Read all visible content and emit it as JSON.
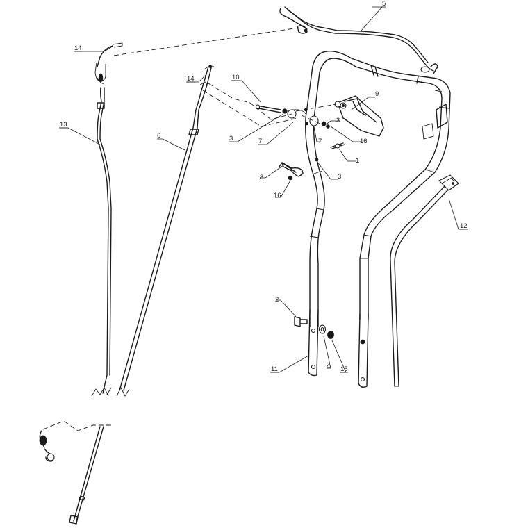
{
  "diagram": {
    "callouts": [
      {
        "id": "c1",
        "text": "1"
      },
      {
        "id": "c2",
        "text": "2"
      },
      {
        "id": "c3a",
        "text": "3"
      },
      {
        "id": "c3b",
        "text": "3"
      },
      {
        "id": "c3c",
        "text": "3"
      },
      {
        "id": "c4",
        "text": "4"
      },
      {
        "id": "c5",
        "text": "5"
      },
      {
        "id": "c6",
        "text": "6"
      },
      {
        "id": "c7a",
        "text": "7"
      },
      {
        "id": "c7b",
        "text": "7"
      },
      {
        "id": "c8",
        "text": "8"
      },
      {
        "id": "c9",
        "text": "9"
      },
      {
        "id": "c10",
        "text": "10"
      },
      {
        "id": "c11",
        "text": "11"
      },
      {
        "id": "c12",
        "text": "12"
      },
      {
        "id": "c13",
        "text": "13"
      },
      {
        "id": "c14a",
        "text": "14"
      },
      {
        "id": "c14b",
        "text": "14"
      },
      {
        "id": "c15",
        "text": "15"
      },
      {
        "id": "c16a",
        "text": "16"
      },
      {
        "id": "c16b",
        "text": "16"
      }
    ]
  }
}
